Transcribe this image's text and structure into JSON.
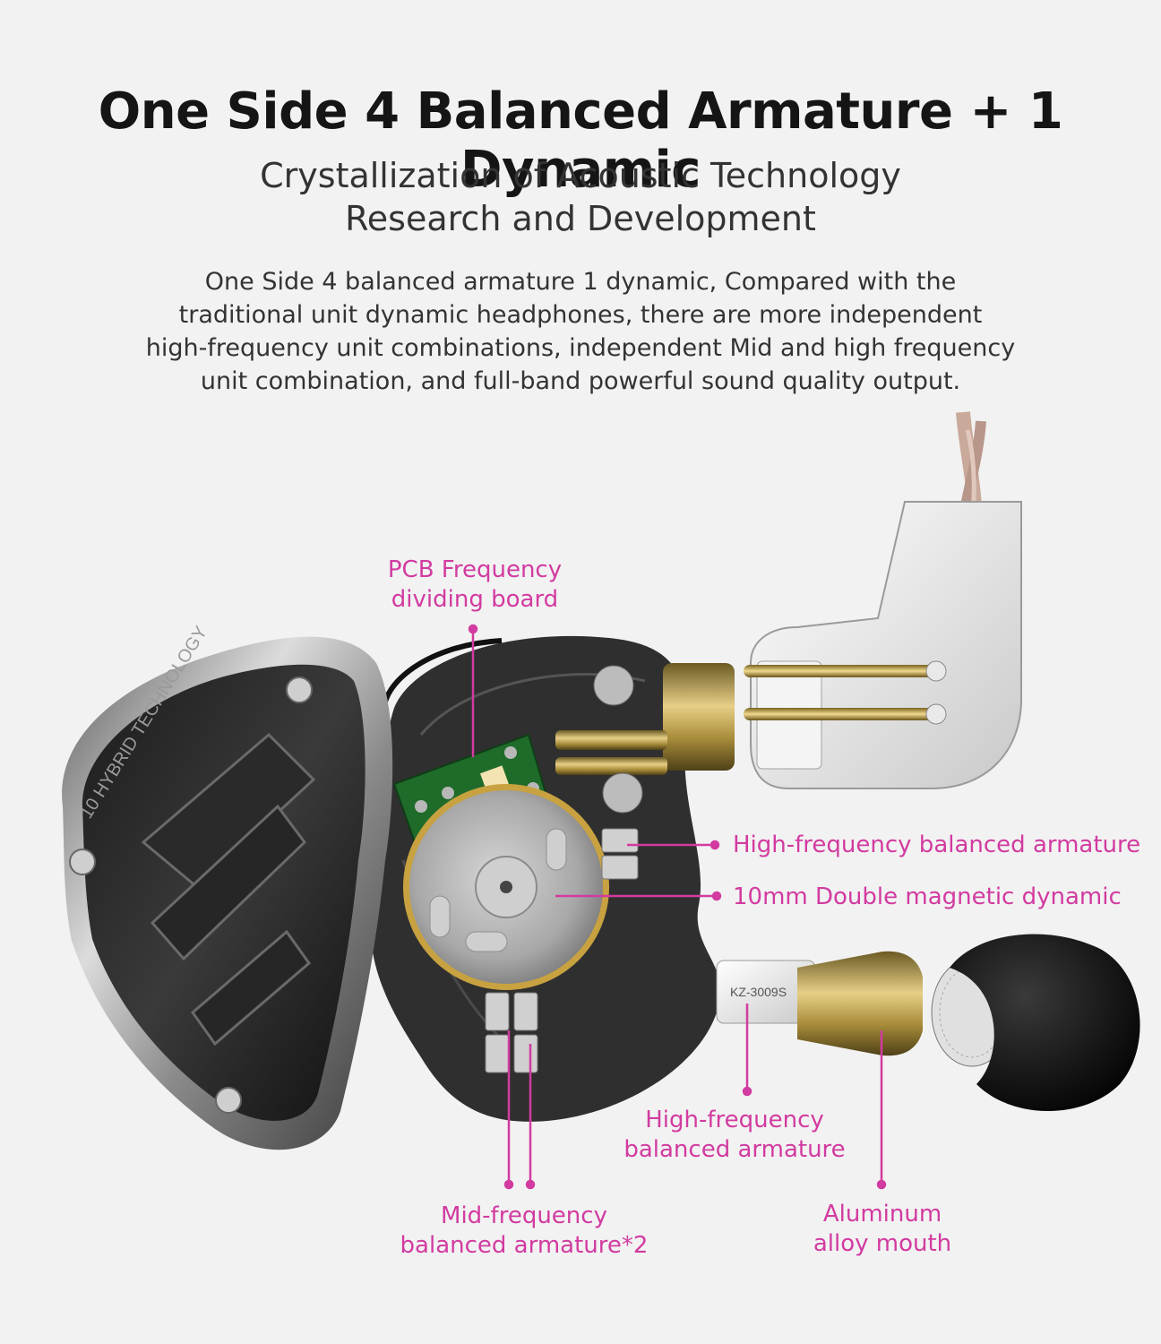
{
  "header": {
    "title": "One Side 4 Balanced Armature + 1 Dynamic",
    "subtitle_lines": [
      "Crystallization of Acoustic Technology",
      "Research and Development"
    ],
    "description_lines": [
      "One Side 4 balanced armature 1 dynamic, Compared with the",
      "traditional unit dynamic headphones, there are more independent",
      "high-frequency unit combinations, independent Mid and high frequency",
      "unit combination, and full-band powerful sound quality output."
    ]
  },
  "faceplate_text": "10 HYBRID TECHNOLOGY",
  "callouts": {
    "pcb": [
      "PCB Frequency",
      "dividing board"
    ],
    "hf_ba_right": "High-frequency balanced armature",
    "dynamic": "10mm Double magnetic dynamic",
    "hf_ba_bottom": [
      "High-frequency",
      "balanced armature"
    ],
    "mid_ba": [
      "Mid-frequency",
      "balanced armature*2"
    ],
    "aluminum": [
      "Aluminum",
      "alloy mouth"
    ]
  },
  "colors": {
    "accent": "#d23ba0",
    "headline": "#151515",
    "body": "#333333",
    "background": "#f2f2f2"
  }
}
